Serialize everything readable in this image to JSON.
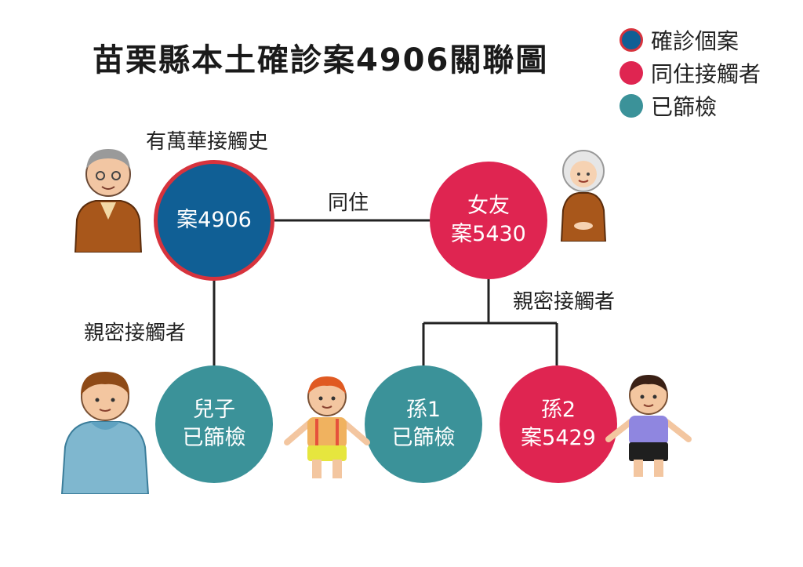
{
  "title": "苗栗縣本土確診案4906關聯圖",
  "legend": [
    {
      "label": "確診個案",
      "color": "#105f95"
    },
    {
      "label": "同住接觸者",
      "color": "#df2551"
    },
    {
      "label": "已篩檢",
      "color": "#3b9299"
    }
  ],
  "annotations": {
    "wanhua_history": "有萬華接觸史",
    "cohabit": "同住",
    "close_contact_left": "親密接觸者",
    "close_contact_right": "親密接觸者"
  },
  "nodes": {
    "case4906": {
      "line1": "案4906"
    },
    "girlfriend": {
      "line1": "女友",
      "line2": "案5430"
    },
    "son": {
      "line1": "兒子",
      "line2": "已篩檢"
    },
    "grandchild1": {
      "line1": "孫1",
      "line2": "已篩檢"
    },
    "grandchild2": {
      "line1": "孫2",
      "line2": "案5429"
    }
  },
  "colors": {
    "confirmed": "#105f95",
    "confirmed_ring": "#d7333d",
    "cohabit": "#df2551",
    "screened": "#3b9299",
    "connector": "#222222"
  },
  "illustrations": [
    "elderly-man-illustration",
    "elderly-woman-illustration",
    "young-man-illustration",
    "boy-with-suspenders-illustration",
    "boy-in-blue-shirt-illustration"
  ]
}
